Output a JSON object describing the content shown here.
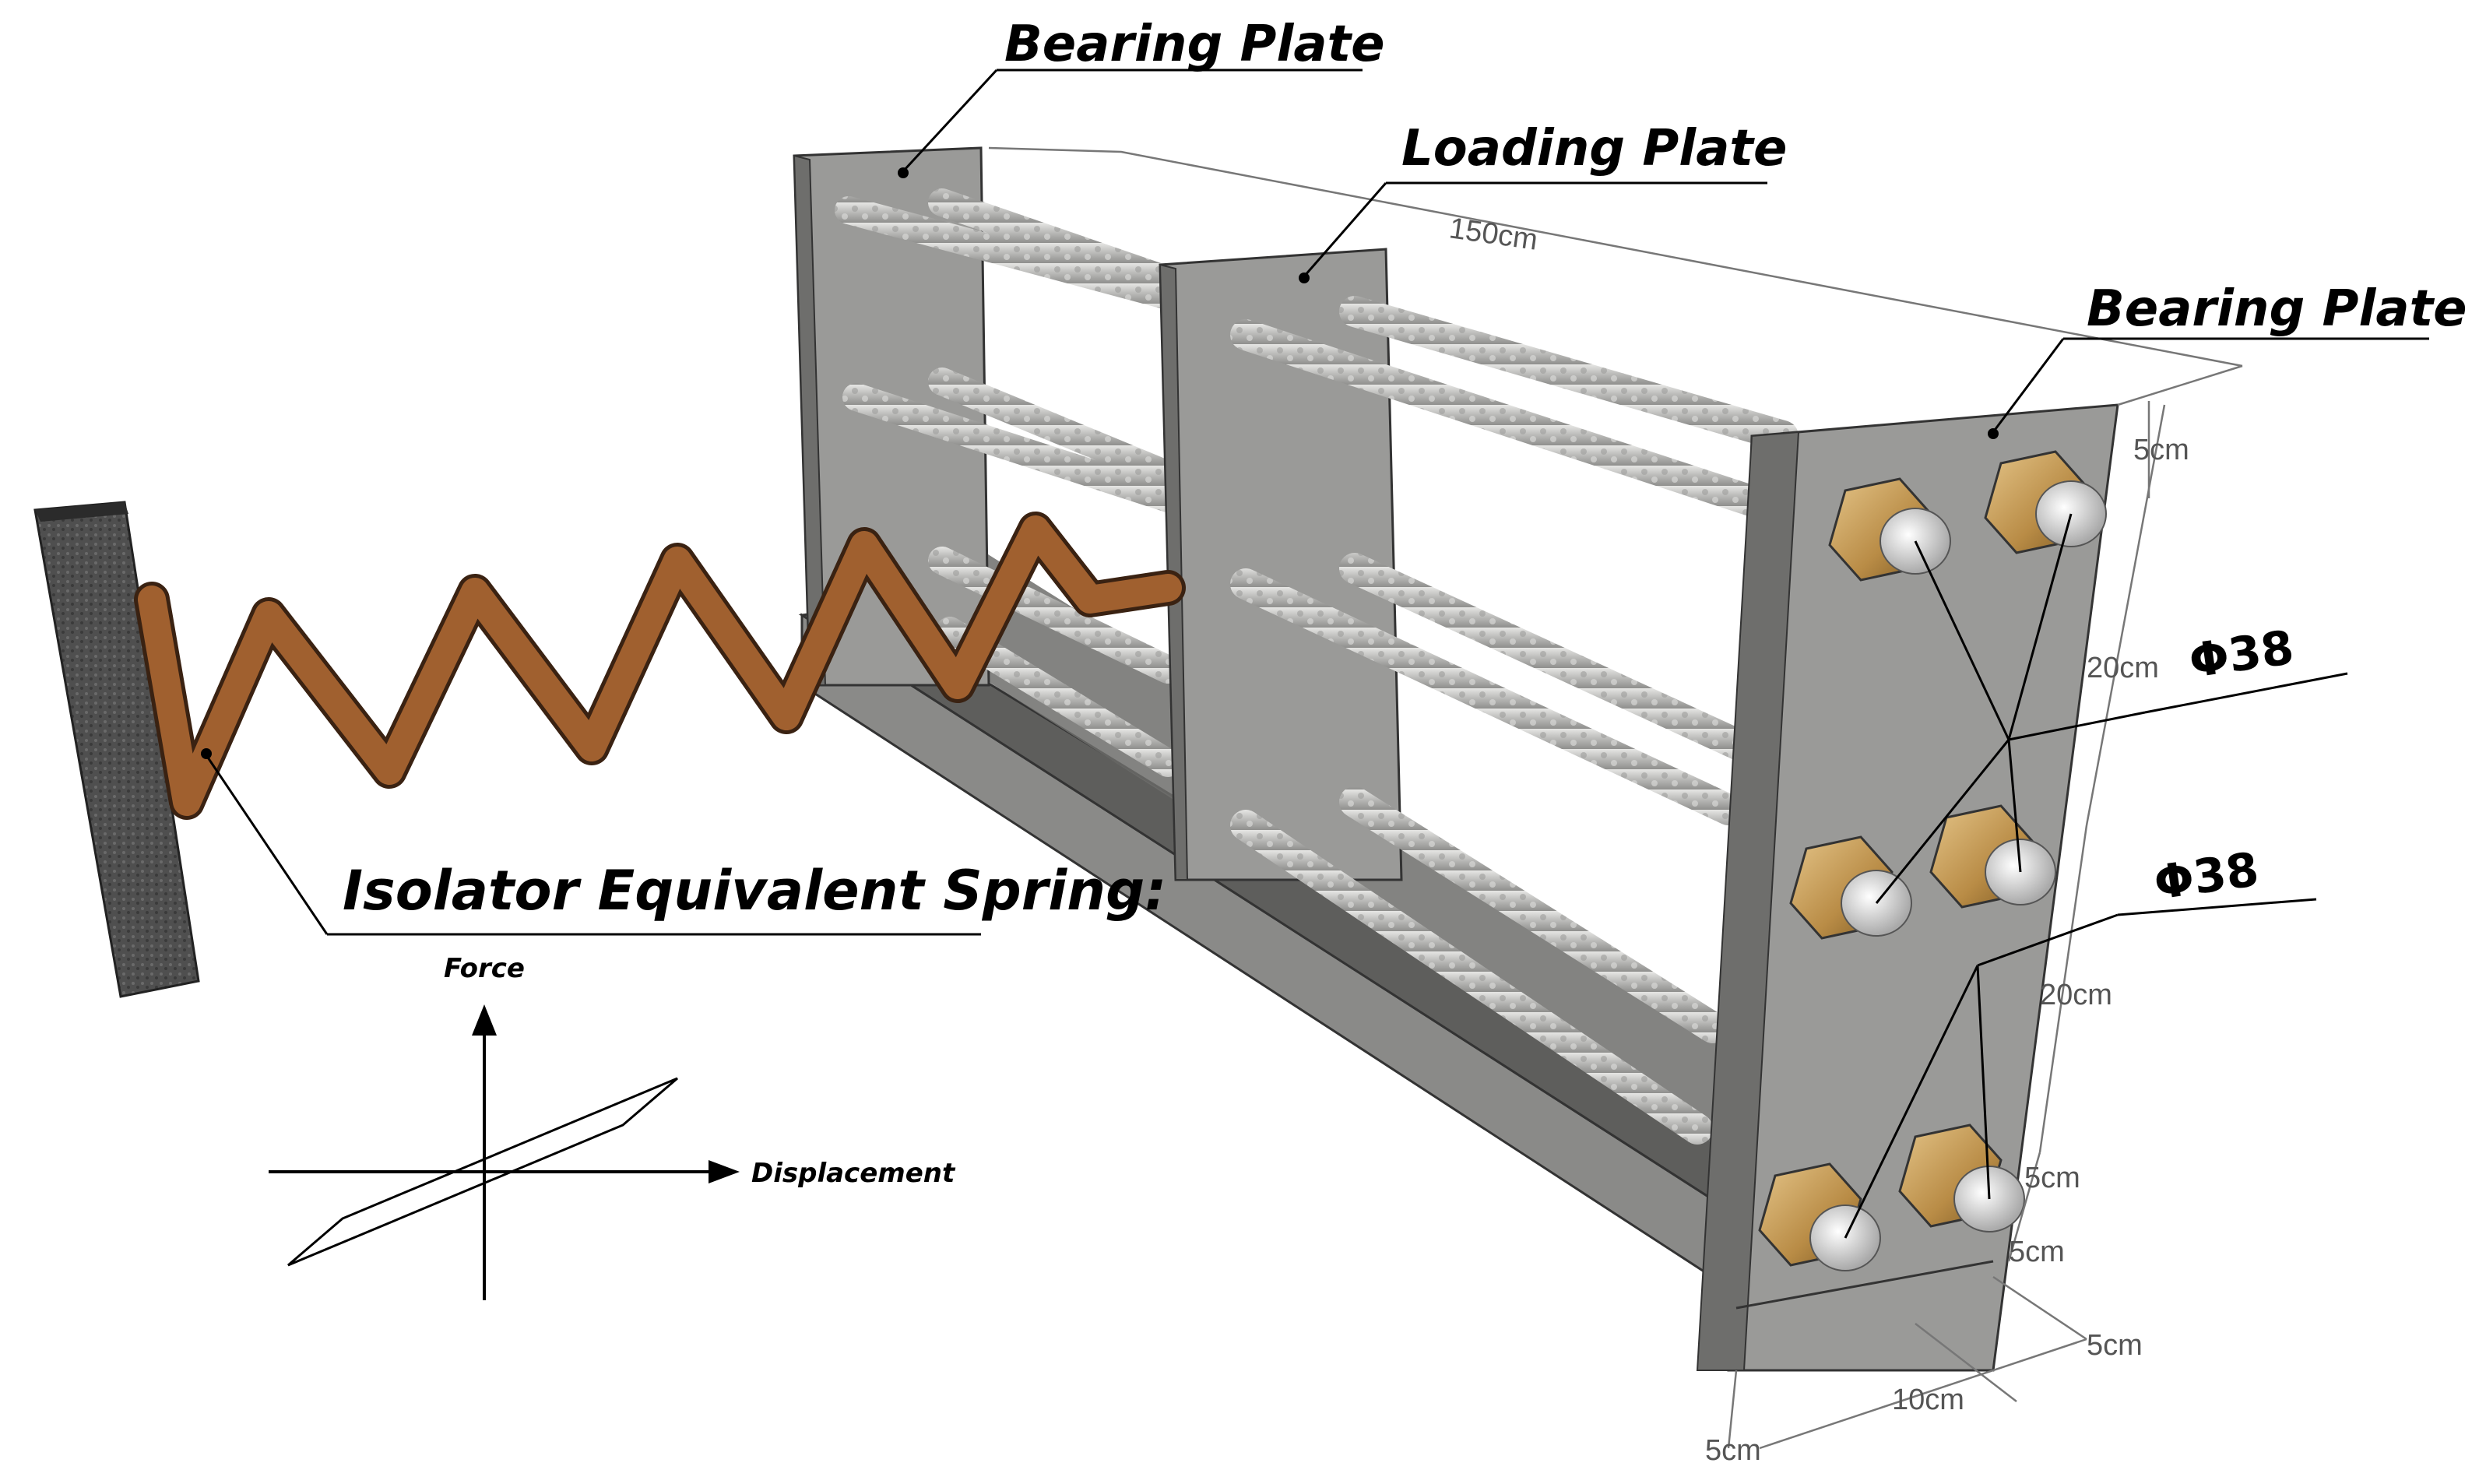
{
  "labels": {
    "bearing_plate_top": "Bearing Plate",
    "loading_plate": "Loading Plate",
    "bearing_plate_right": "Bearing Plate",
    "isolator_spring": "Isolator Equivalent Spring:",
    "phi_upper": "Φ38",
    "phi_lower": "Φ38"
  },
  "dimensions": {
    "length": "150cm",
    "top_edge": "5cm",
    "spacing_upper": "20cm",
    "spacing_lower": "20cm",
    "bottom_edge_a": "5cm",
    "bottom_edge_b": "5cm",
    "depth_a": "5cm",
    "depth_mid": "10cm",
    "depth_b": "5cm"
  },
  "hysteresis_graph": {
    "y_axis": "Force",
    "x_axis": "Displacement"
  },
  "colors": {
    "plate": "#9a9a98",
    "plate_dark": "#6e6e6c",
    "spring": "#9c5a2c",
    "nut": "#c9a463",
    "rod": "#c4c4c2",
    "wall": "#4a4a4a"
  }
}
